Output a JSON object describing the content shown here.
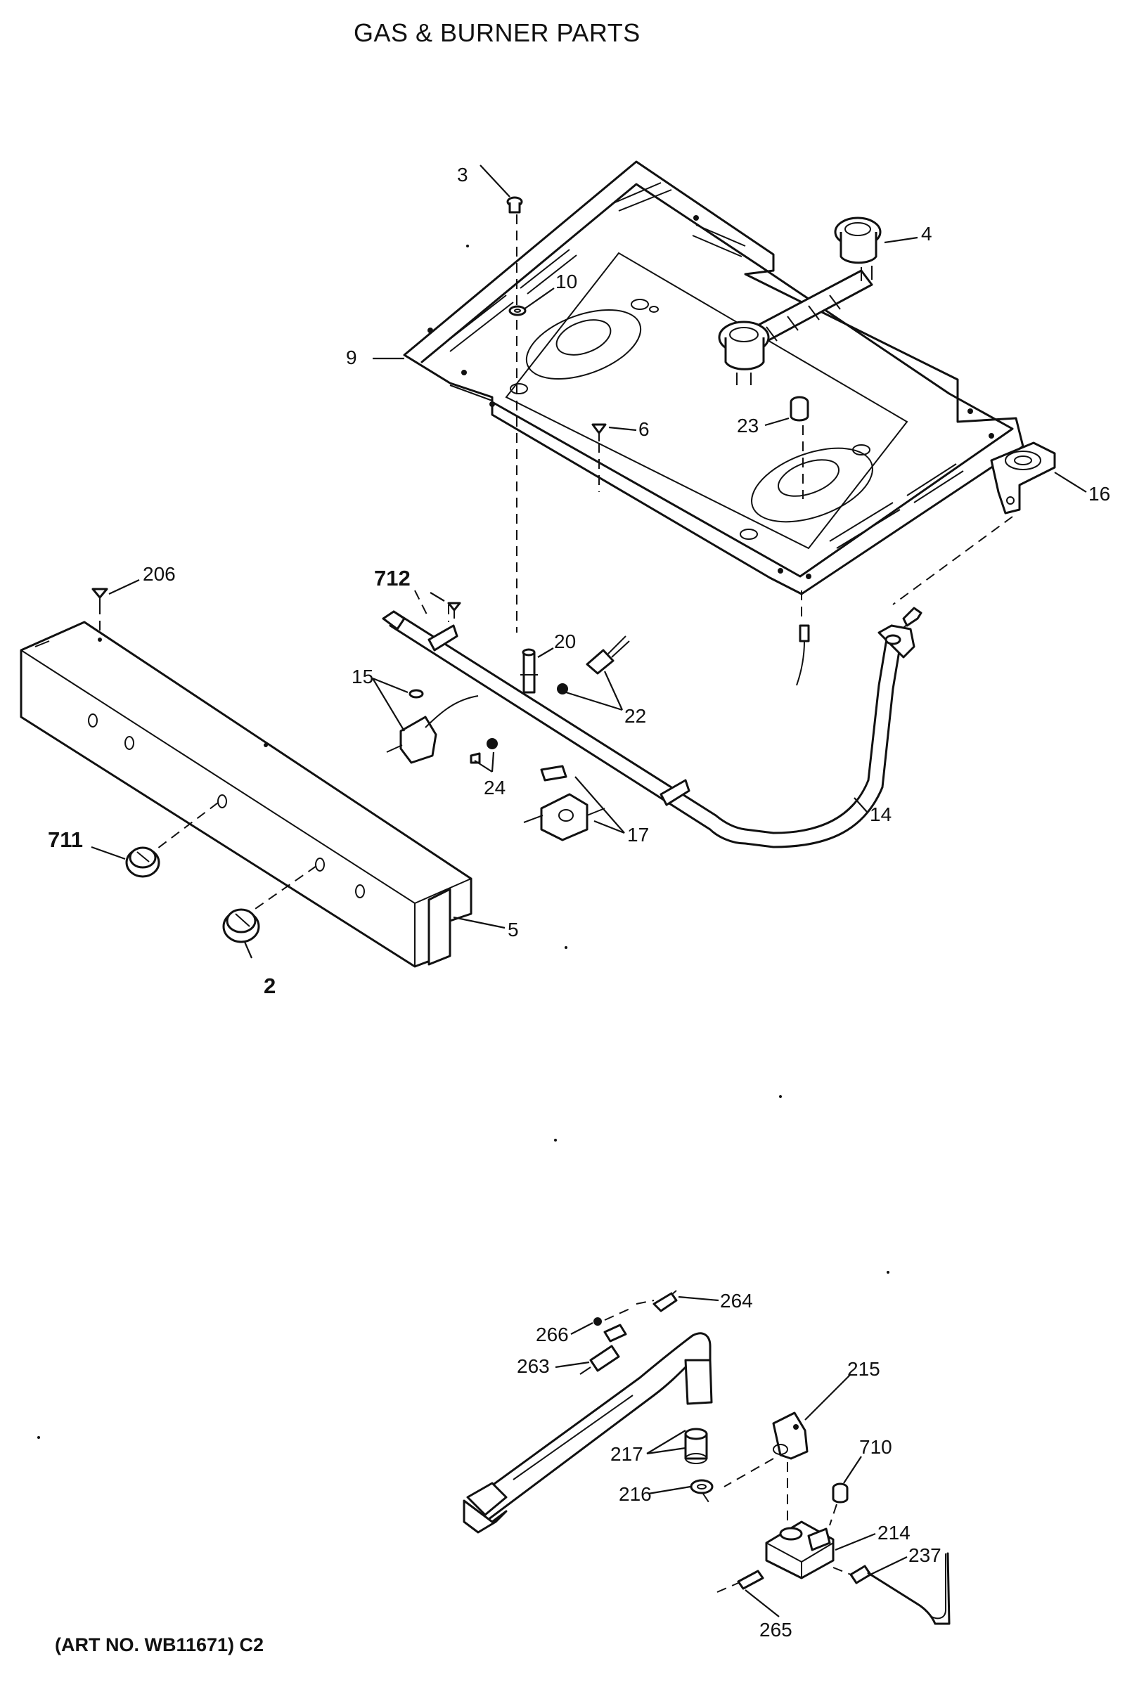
{
  "title": "GAS & BURNER PARTS",
  "art_number": "(ART NO. WB11671) C2",
  "callouts": {
    "p2": "2",
    "p3": "3",
    "p4": "4",
    "p5": "5",
    "p6": "6",
    "p9": "9",
    "p10": "10",
    "p14": "14",
    "p15": "15",
    "p16": "16",
    "p17": "17",
    "p20": "20",
    "p22": "22",
    "p23": "23",
    "p24": "24",
    "p206": "206",
    "p214": "214",
    "p215": "215",
    "p216": "216",
    "p217": "217",
    "p237": "237",
    "p263": "263",
    "p264": "264",
    "p265": "265",
    "p266": "266",
    "p710": "710",
    "p711": "711",
    "p712": "712"
  }
}
